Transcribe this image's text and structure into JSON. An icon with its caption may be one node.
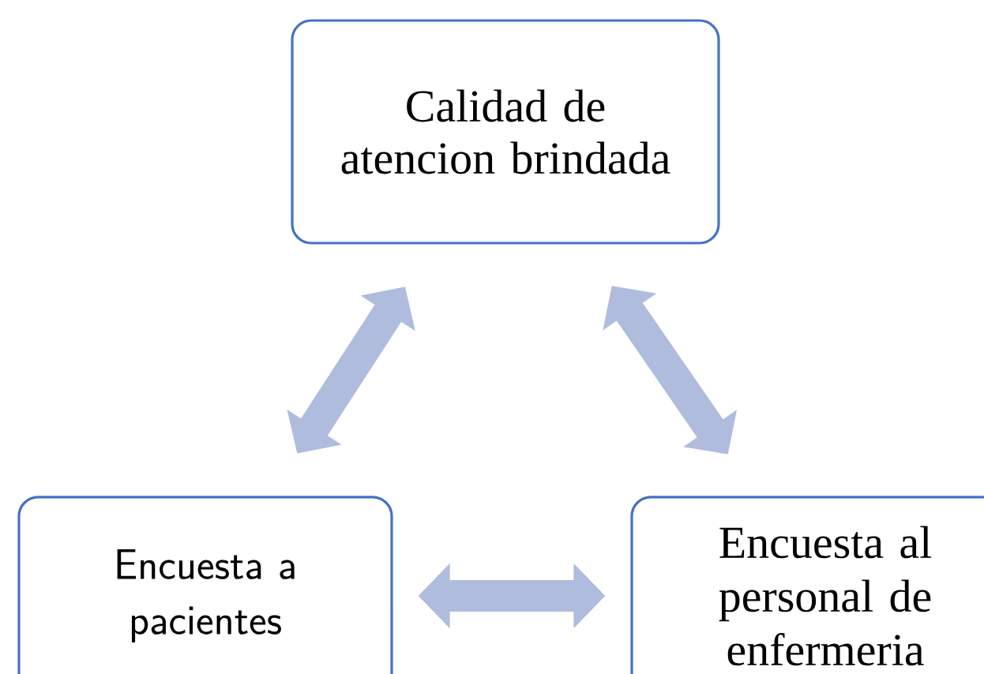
{
  "diagram": {
    "nodes": [
      {
        "text": [
          "Calidad de atencion brindada"
        ]
      },
      {
        "text": [
          "Encuesta a pacientes"
        ]
      },
      {
        "text": [
          "Encuesta al personal de enfermeria"
        ]
      }
    ],
    "edges": [
      {
        "from": 0,
        "to": 1,
        "arrow": "both"
      },
      {
        "from": 0,
        "to": 2,
        "arrow": "both"
      },
      {
        "from": 1,
        "to": 2,
        "arrow": "both"
      }
    ]
  }
}
